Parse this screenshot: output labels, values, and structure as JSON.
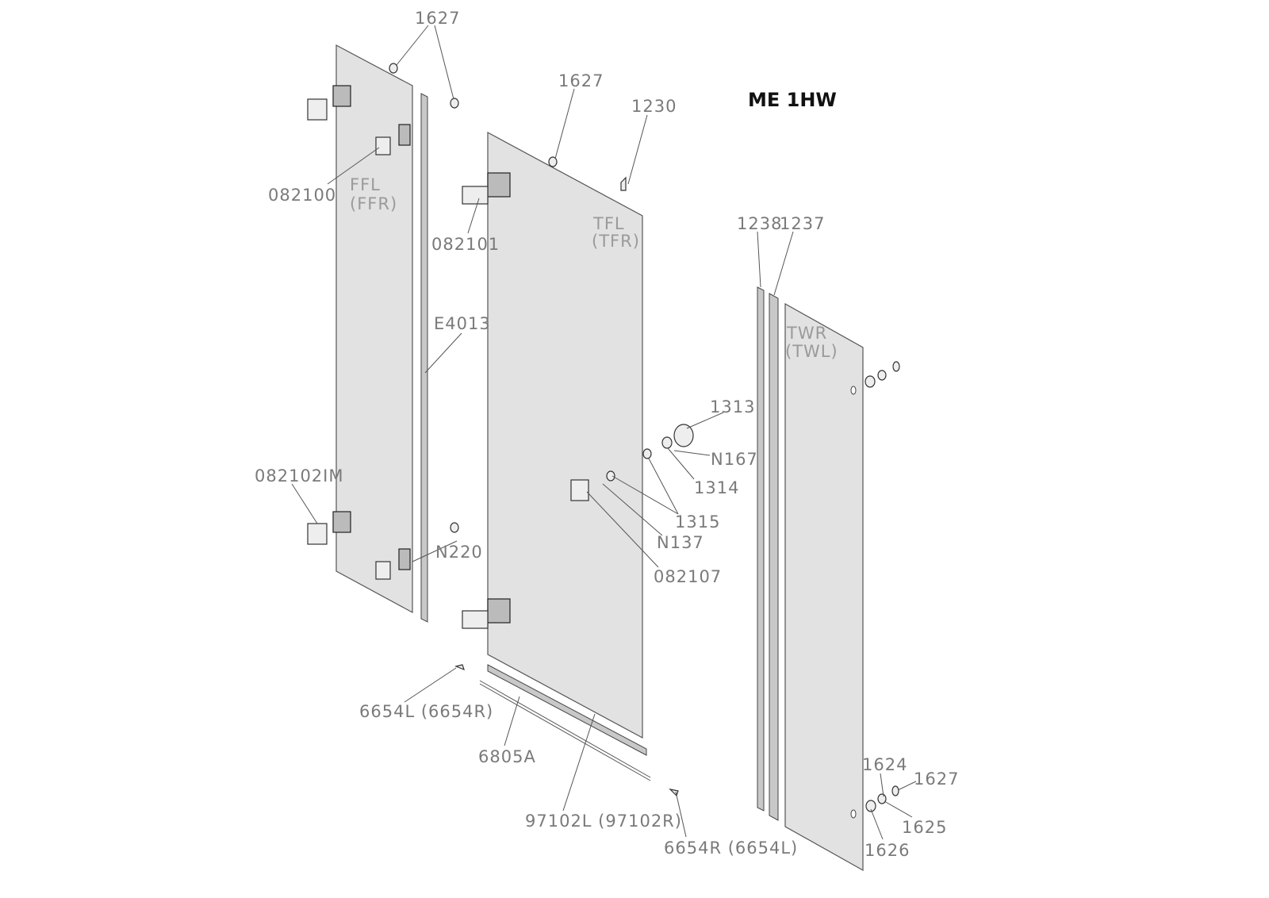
{
  "title": "ME 1HW",
  "panels": {
    "fixed": {
      "line1": "FFL",
      "line2": "(FFR)"
    },
    "door": {
      "line1": "TFL",
      "line2": "(TFR)"
    },
    "wall": {
      "line1": "TWR",
      "line2": "(TWL)"
    }
  },
  "labels": {
    "p1627_top": "1627",
    "p1627_door": "1627",
    "p1230": "1230",
    "p082100": "082100",
    "p082101": "082101",
    "p1238": "1238",
    "p1237": "1237",
    "pE4013": "E4013",
    "p1313": "1313",
    "pN167": "N167",
    "p1314": "1314",
    "p082102IM": "082102IM",
    "p1315": "1315",
    "pN137": "N137",
    "pN220": "N220",
    "p082107": "082107",
    "p6654L": "6654L (6654R)",
    "p6805A": "6805A",
    "p97102L": "97102L (97102R)",
    "p6654R": "6654R (6654L)",
    "p1624": "1624",
    "p1627_wall": "1627",
    "p1625": "1625",
    "p1626": "1626"
  }
}
